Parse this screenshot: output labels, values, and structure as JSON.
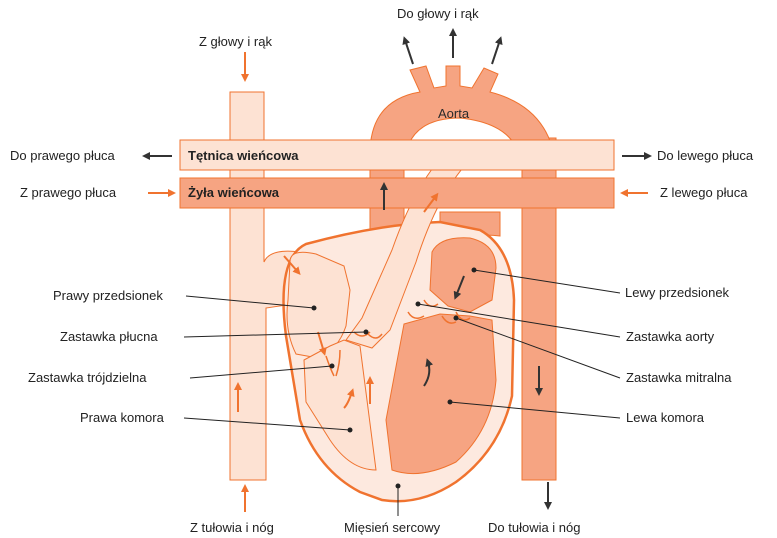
{
  "colors": {
    "light_vessel": "#fde2d3",
    "dark_vessel": "#f6a482",
    "outline": "#f0732f",
    "arrow_orange": "#f0732f",
    "arrow_dark": "#333333",
    "text": "#222222"
  },
  "labels": {
    "top_left": "Z głowy i rąk",
    "top_right": "Do głowy i rąk",
    "left_upper": "Do prawego płuca",
    "left_lower": "Z prawego płuca",
    "right_upper": "Do lewego płuca",
    "right_lower": "Z lewego płuca",
    "band_artery": "Tętnica wieńcowa",
    "band_vein": "Żyła wieńcowa",
    "aorta": "Aorta",
    "right_atrium": "Prawy przedsionek",
    "pulmonary_valve": "Zastawka płucna",
    "tricuspid_valve": "Zastawka trójdzielna",
    "right_ventricle": "Prawa komora",
    "left_atrium": "Lewy przedsionek",
    "aortic_valve": "Zastawka aorty",
    "mitral_valve": "Zastawka mitralna",
    "left_ventricle": "Lewa komora",
    "bottom_left": "Z tułowia i nóg",
    "bottom_center": "Mięsień sercowy",
    "bottom_right": "Do tułowia i nóg"
  }
}
